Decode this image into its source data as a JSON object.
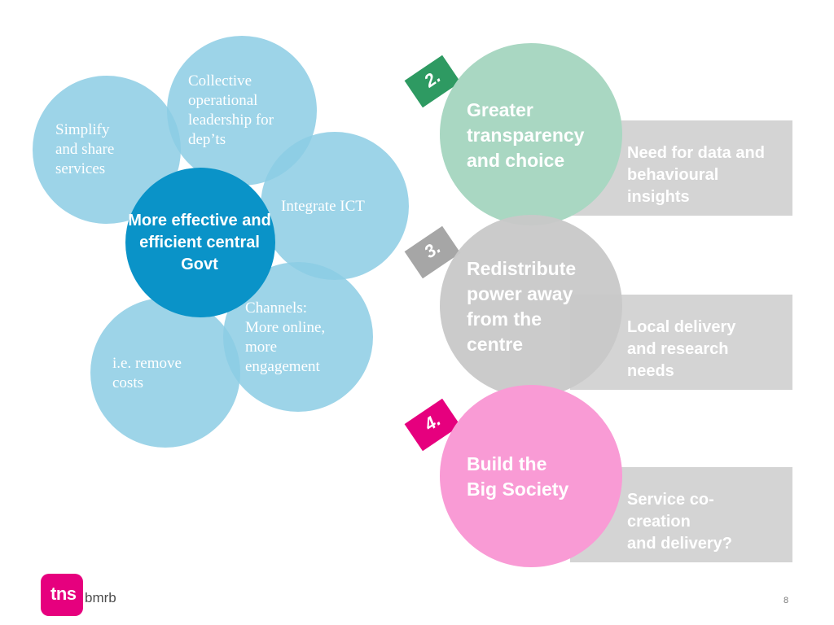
{
  "left_diagram": {
    "center": "More effective and efficient central Govt",
    "petals": {
      "simplify": [
        "Simplify",
        "and share",
        "services"
      ],
      "collective": [
        "Collective",
        "operational",
        "leadership for",
        "dep’ts"
      ],
      "integrate": "Integrate ICT",
      "channels": [
        "Channels:",
        "More online,",
        "more",
        "engagement"
      ],
      "remove_costs": [
        "i.e. remove",
        "costs"
      ]
    }
  },
  "right_items": [
    {
      "number": "2.",
      "circle_lines": [
        "Greater",
        "transparency",
        "and choice"
      ],
      "need_lines": [
        "Need for data and",
        "behavioural",
        "insights"
      ],
      "color": "#a9d7c2",
      "tag_color": "#2e9a62"
    },
    {
      "number": "3.",
      "circle_lines": [
        "Redistribute",
        "power away",
        "from the",
        "centre"
      ],
      "need_lines": [
        "Local delivery",
        "and research",
        "needs"
      ],
      "color": "#c8c8c8",
      "tag_color": "#a6a6a6"
    },
    {
      "number": "4.",
      "circle_lines": [
        "Build the",
        "Big Society"
      ],
      "need_lines": [
        "Service co-",
        "creation",
        "and delivery?"
      ],
      "color": "#f99bd5",
      "tag_color": "#e6007e"
    }
  ],
  "footer": {
    "logo_primary": "tns",
    "logo_secondary": "bmrb",
    "page_number": "8"
  }
}
